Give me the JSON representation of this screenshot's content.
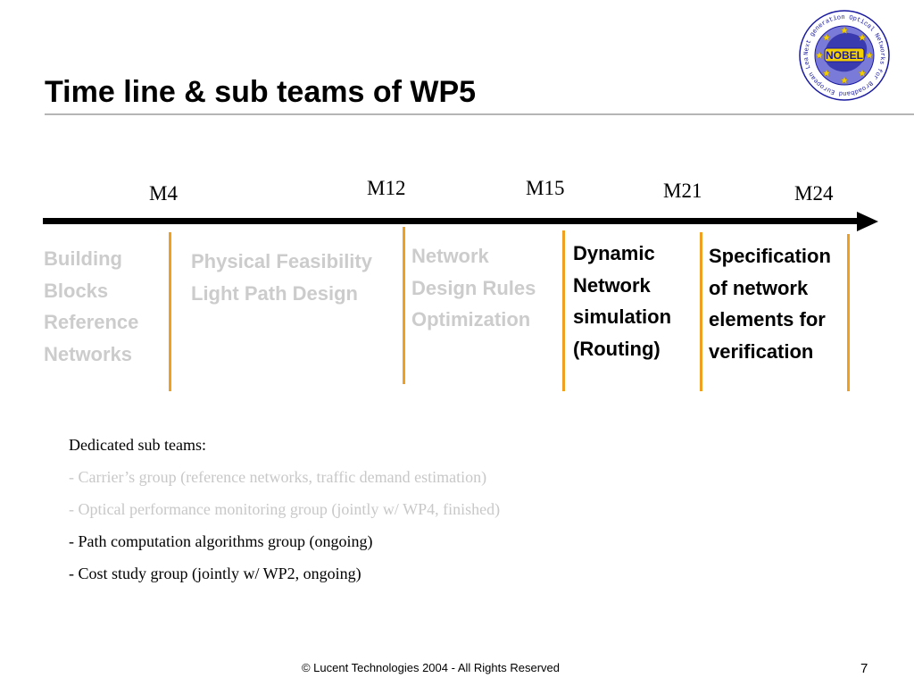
{
  "title": "Time line & sub teams of WP5",
  "milestones": [
    "M4",
    "M12",
    "M15",
    "M21",
    "M24"
  ],
  "phases": [
    {
      "lines": [
        "Building",
        "Blocks",
        "Reference",
        "Networks"
      ],
      "status": "done"
    },
    {
      "lines": [
        "Physical Feasibility",
        "Light Path Design"
      ],
      "status": "done"
    },
    {
      "lines": [
        "Network",
        "Design Rules",
        "Optimization"
      ],
      "status": "done"
    },
    {
      "lines": [
        "Dynamic",
        "Network",
        "simulation",
        "(Routing)"
      ],
      "status": "active"
    },
    {
      "lines": [
        "Specification",
        "of network",
        "elements for",
        "verification"
      ],
      "status": "active"
    }
  ],
  "subteams": {
    "heading": "Dedicated sub teams:",
    "items": [
      {
        "text": "- Carrier’s group (reference networks, traffic demand estimation)",
        "status": "finished"
      },
      {
        "text": "- Optical performance monitoring group (jointly w/ WP4, finished)",
        "status": "finished"
      },
      {
        "text": "- Path computation algorithms group (ongoing)",
        "status": "ongoing"
      },
      {
        "text": "- Cost study group (jointly w/ WP2, ongoing)",
        "status": "ongoing"
      }
    ]
  },
  "logo": {
    "name": "NOBEL",
    "ring_text": "Next generation Optical Networks for Broadband European Leadership",
    "ring_color": "#1a1aa0",
    "star_color": "#f5d000",
    "badge_color": "#f5d000"
  },
  "footer": "© Lucent Technologies 2004 - All Rights Reserved",
  "page_number": "7",
  "colors": {
    "marker": "#f0a020",
    "muted_text": "#cccccc",
    "timeline": "#000000"
  }
}
